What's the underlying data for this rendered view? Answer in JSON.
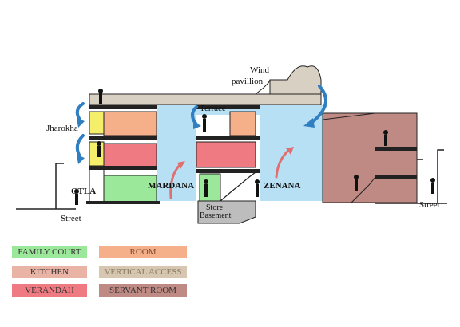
{
  "labels": {
    "wind": "Wind",
    "pavillion": "pavillion",
    "terrace": "Terrace",
    "jharokha": "Jharokha",
    "otla": "OTLA",
    "mardana": "MARDANA",
    "zenana": "ZENANA",
    "store": "Store",
    "basement": "Basement",
    "street_left": "Street",
    "street_right": "Street"
  },
  "legend": [
    {
      "label": "FAMILY COURT",
      "color": "#9be89b",
      "text_color": "#333333"
    },
    {
      "label": "ROOM",
      "color": "#f5b08a",
      "text_color": "#7a4a30"
    },
    {
      "label": "KITCHEN",
      "color": "#e9b3a6",
      "text_color": "#333333"
    },
    {
      "label": "VERTICAL ACCESS",
      "color": "#d8c7b0",
      "text_color": "#8a7a66"
    },
    {
      "label": "VERANDAH",
      "color": "#f07a82",
      "text_color": "#333333"
    },
    {
      "label": "SERVANT ROOM",
      "color": "#c08a84",
      "text_color": "#333333"
    }
  ],
  "colors": {
    "courtyard": "#b8e0f5",
    "jharokha": "#f5ee6a",
    "room": "#f5b08a",
    "verandah": "#f07a82",
    "family_court": "#9be89b",
    "servant_room": "#c08a84",
    "roof": "#d9d0c4",
    "arrow_blue": "#2f7fc1",
    "arrow_red": "#e07070"
  }
}
